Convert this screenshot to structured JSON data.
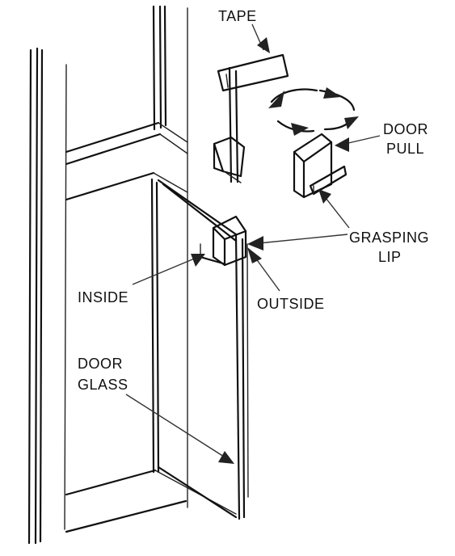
{
  "labels": {
    "tape": "TAPE",
    "door_pull_line1": "DOOR",
    "door_pull_line2": "PULL",
    "grasping_lip_line1": "GRASPING",
    "grasping_lip_line2": "LIP",
    "inside": "INSIDE",
    "outside": "OUTSIDE",
    "door_glass_line1": "DOOR",
    "door_glass_line2": "GLASS"
  },
  "colors": {
    "line": "#111111",
    "background": "#ffffff"
  }
}
